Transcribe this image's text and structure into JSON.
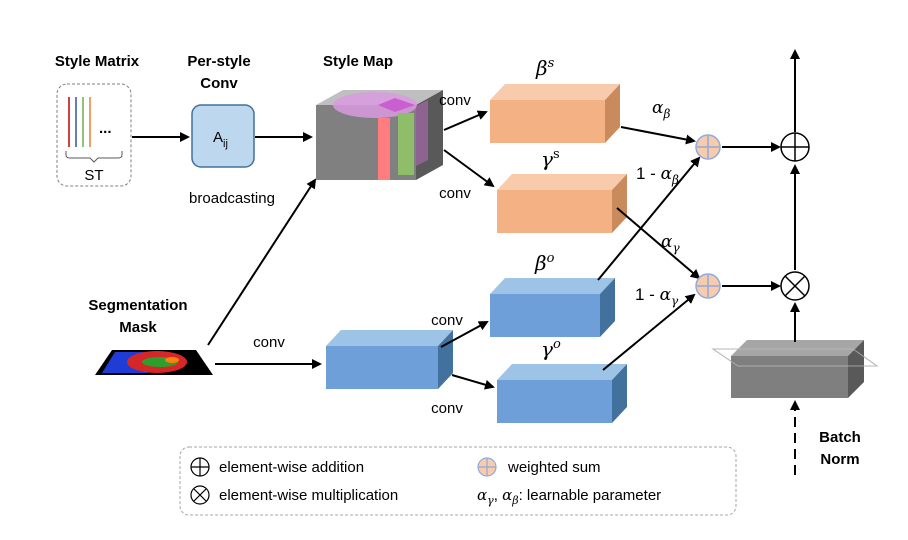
{
  "labels": {
    "style_matrix": "Style Matrix",
    "per_style_conv_1": "Per-style",
    "per_style_conv_2": "Conv",
    "style_map": "Style Map",
    "aij_main": "A",
    "aij_sub": "ij",
    "st": "ST",
    "dots": "...",
    "broadcasting": "broadcasting",
    "segmentation_1": "Segmentation",
    "segmentation_2": "Mask",
    "conv": "conv",
    "batch_norm_1": "Batch",
    "batch_norm_2": "Norm",
    "beta": "β",
    "gamma": "γ",
    "alpha": "α",
    "sup_s": "s",
    "sup_o": "o",
    "sub_beta": "β",
    "sub_gamma": "γ",
    "one_minus": "1 - ",
    "comma": ",",
    "colon": ":"
  },
  "legend": {
    "addition": "element-wise addition",
    "multiplication": "element-wise multiplication",
    "weighted_sum": "weighted sum",
    "learnable": "learnable parameter"
  },
  "colors": {
    "orange_front": "#f4b183",
    "orange_top": "#f8cbad",
    "orange_side": "#c98a5c",
    "blue_front": "#6f9fd8",
    "blue_top": "#9dc3e6",
    "blue_side": "#41719c",
    "gray_front": "#7f7f7f",
    "gray_top": "#a6a6a6",
    "gray_side": "#595959",
    "aij_fill": "#bdd7ee",
    "weighted_sum_fill": "#f8cbad",
    "weighted_sum_cross": "#8faadc"
  }
}
